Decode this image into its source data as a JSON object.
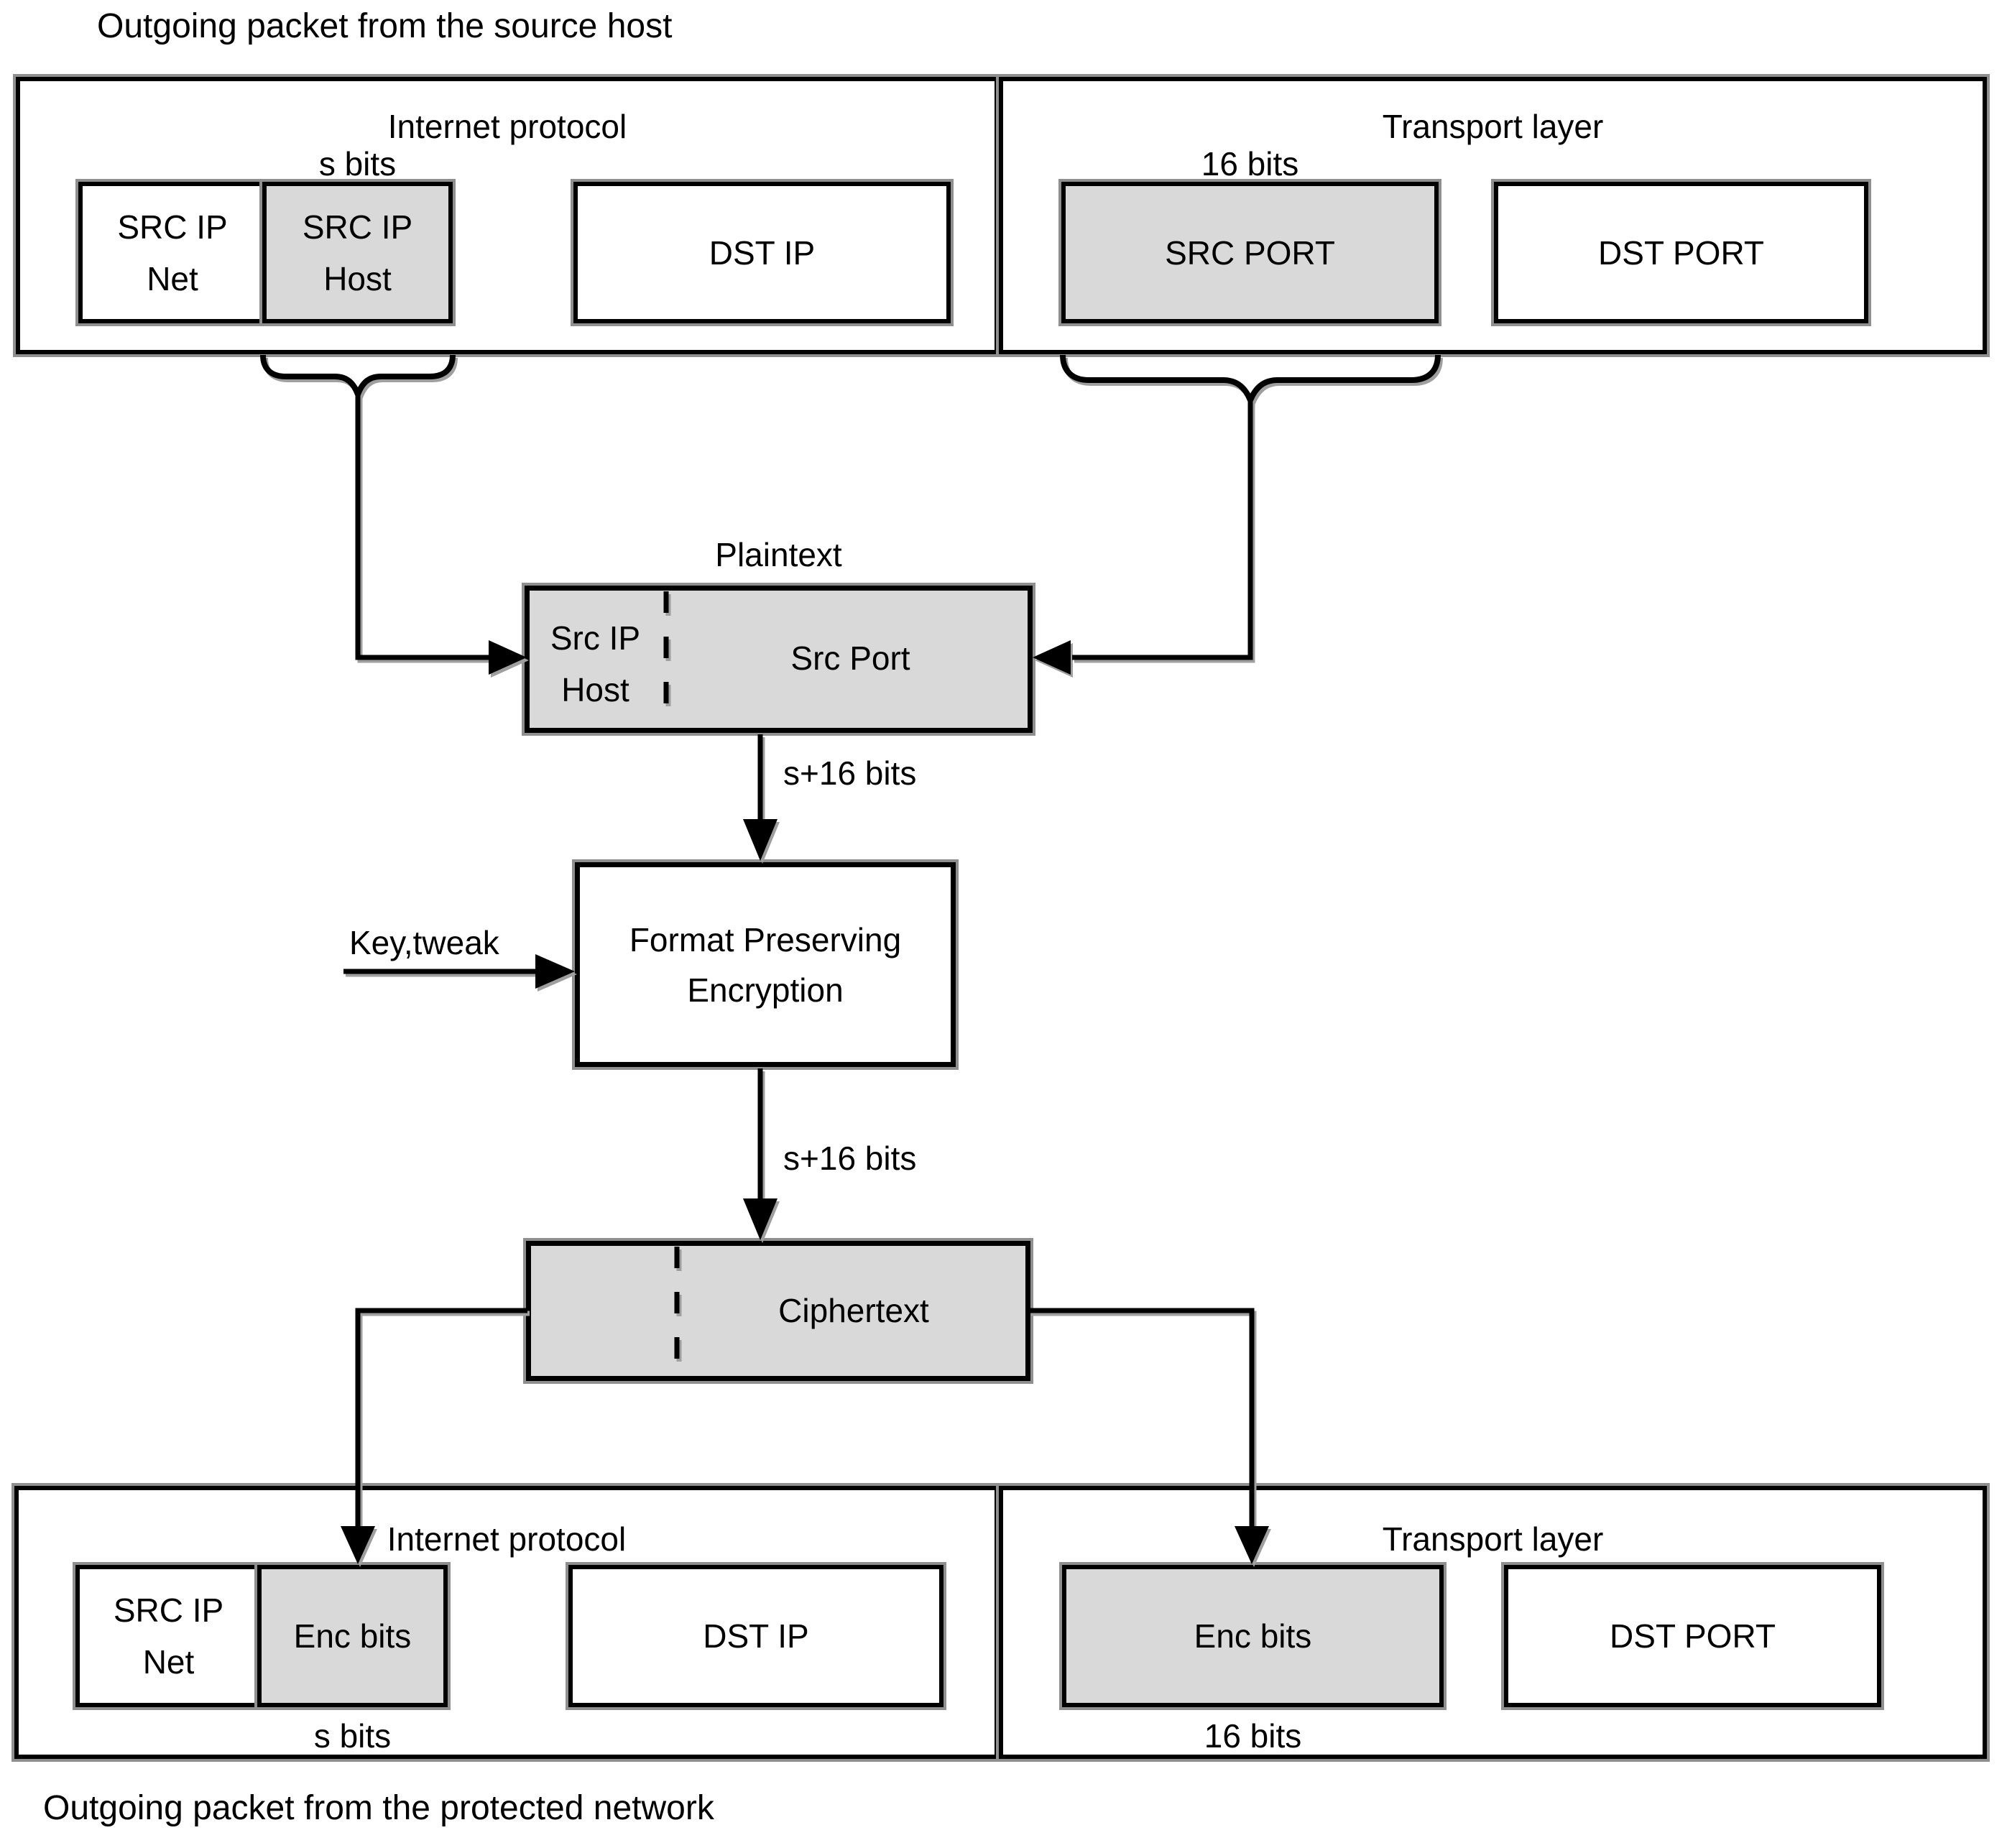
{
  "title_top": "Outgoing packet from the source host",
  "title_bottom": "Outgoing packet from the protected network",
  "colors": {
    "background": "#ffffff",
    "field_fill_gray": "#d9d9d9",
    "line_black": "#000000",
    "shadow_gray": "#8f8f8f"
  },
  "source_packet": {
    "internet_protocol": {
      "label": "Internet protocol",
      "bits_label": "s bits",
      "src_ip_net": {
        "line1": "SRC IP",
        "line2": "Net"
      },
      "src_ip_host": {
        "line1": "SRC IP",
        "line2": "Host"
      },
      "dst_ip": "DST IP"
    },
    "transport_layer": {
      "label": "Transport layer",
      "bits_label": "16 bits",
      "src_port": "SRC PORT",
      "dst_port": "DST PORT"
    }
  },
  "encryption_flow": {
    "plaintext": {
      "label": "Plaintext",
      "left_cell": {
        "line1": "Src IP",
        "line2": "Host"
      },
      "right_cell": "Src Port"
    },
    "arrow1_label": "s+16 bits",
    "key_label": "Key,tweak",
    "fpe": {
      "line1": "Format Preserving",
      "line2": "Encryption"
    },
    "arrow2_label": "s+16 bits",
    "ciphertext_label": "Ciphertext"
  },
  "protected_packet": {
    "internet_protocol": {
      "label": "Internet protocol",
      "bits_label": "s bits",
      "src_ip_net": {
        "line1": "SRC IP",
        "line2": "Net"
      },
      "enc_bits": "Enc bits",
      "dst_ip": "DST IP"
    },
    "transport_layer": {
      "label": "Transport layer",
      "bits_label": "16 bits",
      "enc_bits": "Enc bits",
      "dst_port": "DST PORT"
    }
  }
}
